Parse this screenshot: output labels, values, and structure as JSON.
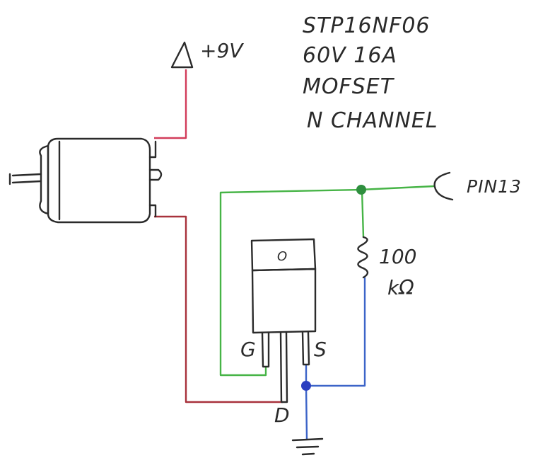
{
  "notes": {
    "part_number": "STP16NF06",
    "rating": "60V  16A",
    "type": "MOFSET",
    "channel": "N CHANNEL"
  },
  "labels": {
    "supply": "+9V",
    "pin": "PIN13",
    "resistor_value": "100",
    "resistor_unit": "kΩ",
    "gate": "G",
    "source": "S",
    "drain": "D",
    "transistor_tab": "O"
  },
  "colors": {
    "ink": "#2b2b2b",
    "power_wire": "#d23c5a",
    "drain_wire": "#a8323c",
    "gate_wire": "#46b446",
    "ground_wire": "#3c64c8",
    "junction_green": "#2f8f3f",
    "junction_blue": "#2b3fc0"
  },
  "icons": [
    "dc-motor-icon",
    "mosfet-to220-icon",
    "resistor-icon",
    "ground-icon",
    "power-arrow-icon",
    "pin-connector-icon"
  ]
}
